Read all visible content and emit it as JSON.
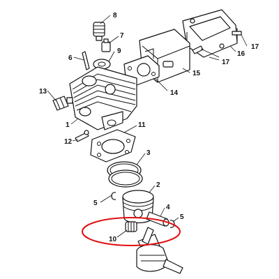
{
  "diagram": {
    "part_labels": {
      "p1": "1",
      "p2": "2",
      "p3": "3",
      "p4": "4",
      "p5a": "5",
      "p5b": "5",
      "p6": "6",
      "p7": "7",
      "p8": "8",
      "p9": "9",
      "p10": "10",
      "p11": "11",
      "p12": "12",
      "p13": "13",
      "p14": "14",
      "p15": "15",
      "p16": "16",
      "p17a": "17",
      "p17b": "17"
    },
    "highlight_color": "#e01010"
  }
}
